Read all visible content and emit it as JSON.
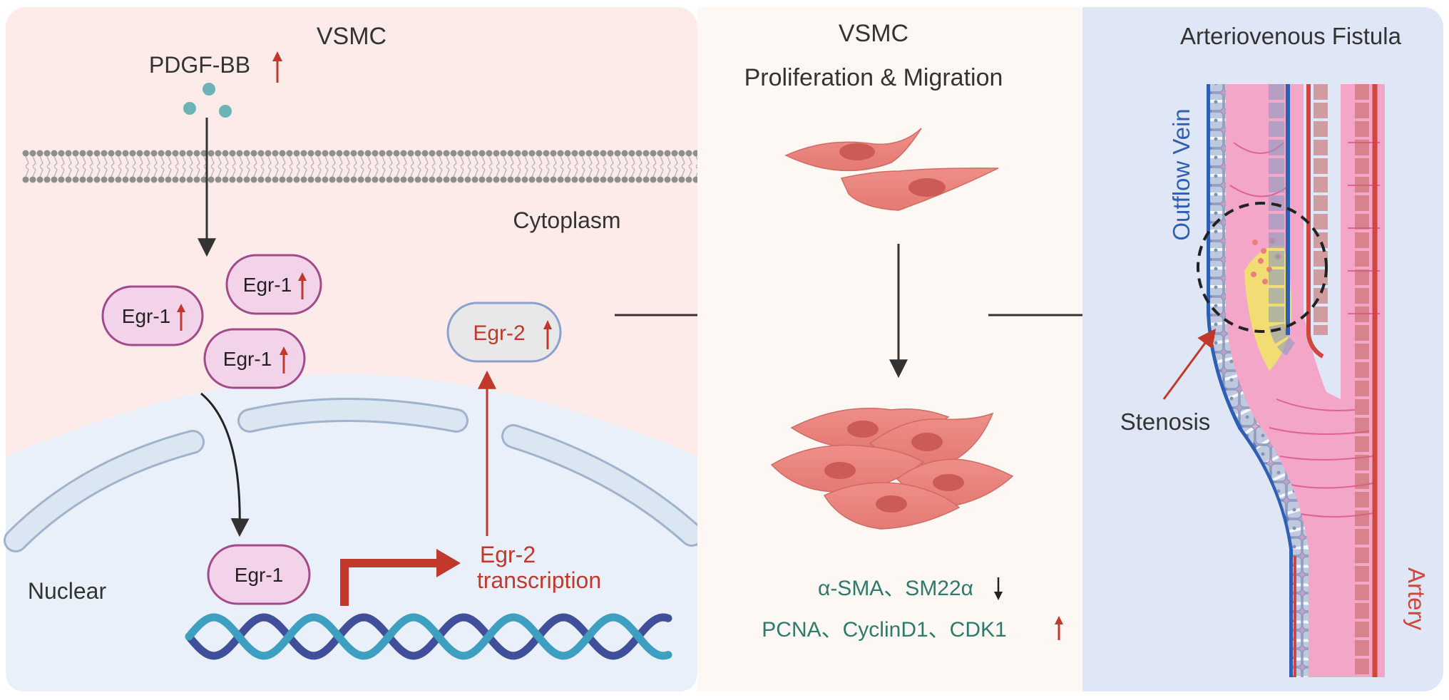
{
  "panels": {
    "left": {
      "title": "VSMC"
    },
    "middle": {
      "title_line1": "VSMC",
      "title_line2": "Proliferation & Migration"
    },
    "right": {
      "title": "Arteriovenous Fistula"
    }
  },
  "left": {
    "ligand": "PDGF-BB",
    "cytoplasm_label": "Cytoplasm",
    "nuclear_label": "Nuclear",
    "egr1_label": "Egr-1",
    "egr2_label": "Egr-2",
    "transcription_line1": "Egr-2",
    "transcription_line2": "transcription"
  },
  "middle": {
    "markers_down": "α-SMA、SM22α",
    "markers_up": "PCNA、CyclinD1、CDK1"
  },
  "right": {
    "outflow_vein": "Outflow Vein",
    "artery": "Artery",
    "stenosis": "Stenosis"
  },
  "colors": {
    "left_panel_top": "#fdebea",
    "left_panel_bottom": "#eaf0fa",
    "middle_panel": "#fdf8f3",
    "right_panel": "#dfe6f5",
    "up_arrow": "#c0392b",
    "down_arrow": "#222222",
    "egr_fill": "#f2d3ea",
    "egr_stroke": "#a24a8a",
    "red_text": "#c0392b",
    "teal_text": "#2f7a6a",
    "vein_blue": "#2f5fb3",
    "artery_red": "#d0473f",
    "cell_pink": "#e9807a"
  }
}
